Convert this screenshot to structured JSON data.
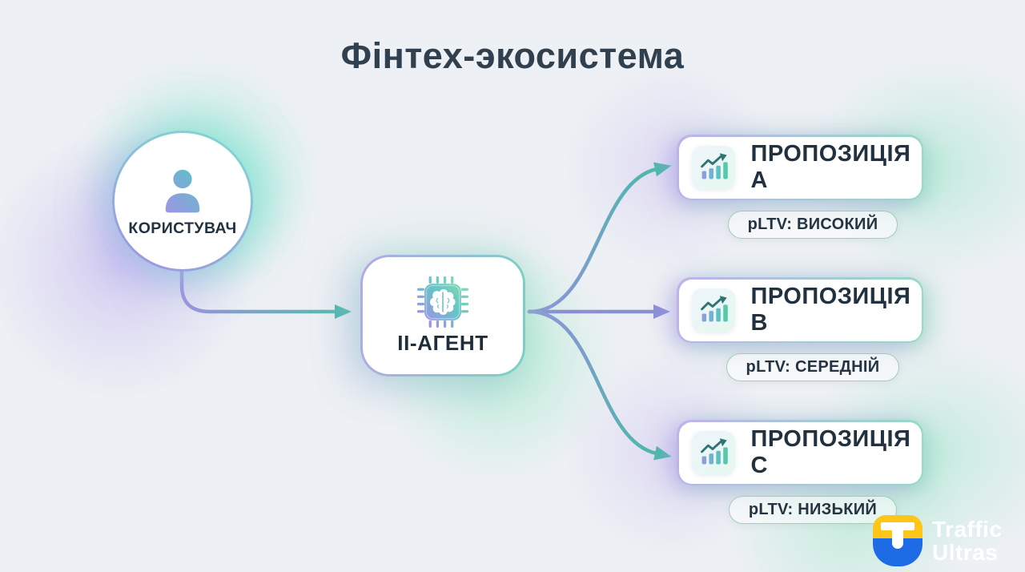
{
  "title": "Фінтех-экосистема",
  "user": {
    "label": "КОРИСТУВАЧ",
    "icon": "person-icon"
  },
  "agent": {
    "label": "ІІ-АГЕНТ",
    "icon": "ai-chip-brain-icon"
  },
  "proposals": [
    {
      "label": "ПРОПОЗИЦІЯ A",
      "pltv": "pLTV: ВИСОКИЙ",
      "icon": "growth-chart-icon"
    },
    {
      "label": "ПРОПОЗИЦІЯ B",
      "pltv": "pLTV: СЕРЕДНІЙ",
      "icon": "growth-chart-icon"
    },
    {
      "label": "ПРОПОЗИЦІЯ C",
      "pltv": "pLTV: НИЗЬКИЙ",
      "icon": "growth-chart-icon"
    }
  ],
  "watermark": {
    "line1": "Traffic",
    "line2": "Ultras"
  },
  "colors": {
    "background": "#edf0f4",
    "title_text": "#30404f",
    "label_text": "#22313f",
    "accent_purple": "#9c92de",
    "accent_teal": "#4cb9a8",
    "glow_green": "#8cebd2",
    "glow_purple": "#b9a5f0",
    "badge_border": "#a0c8b6",
    "logo_yellow": "#FFC61A",
    "logo_blue": "#1E6BE6"
  }
}
